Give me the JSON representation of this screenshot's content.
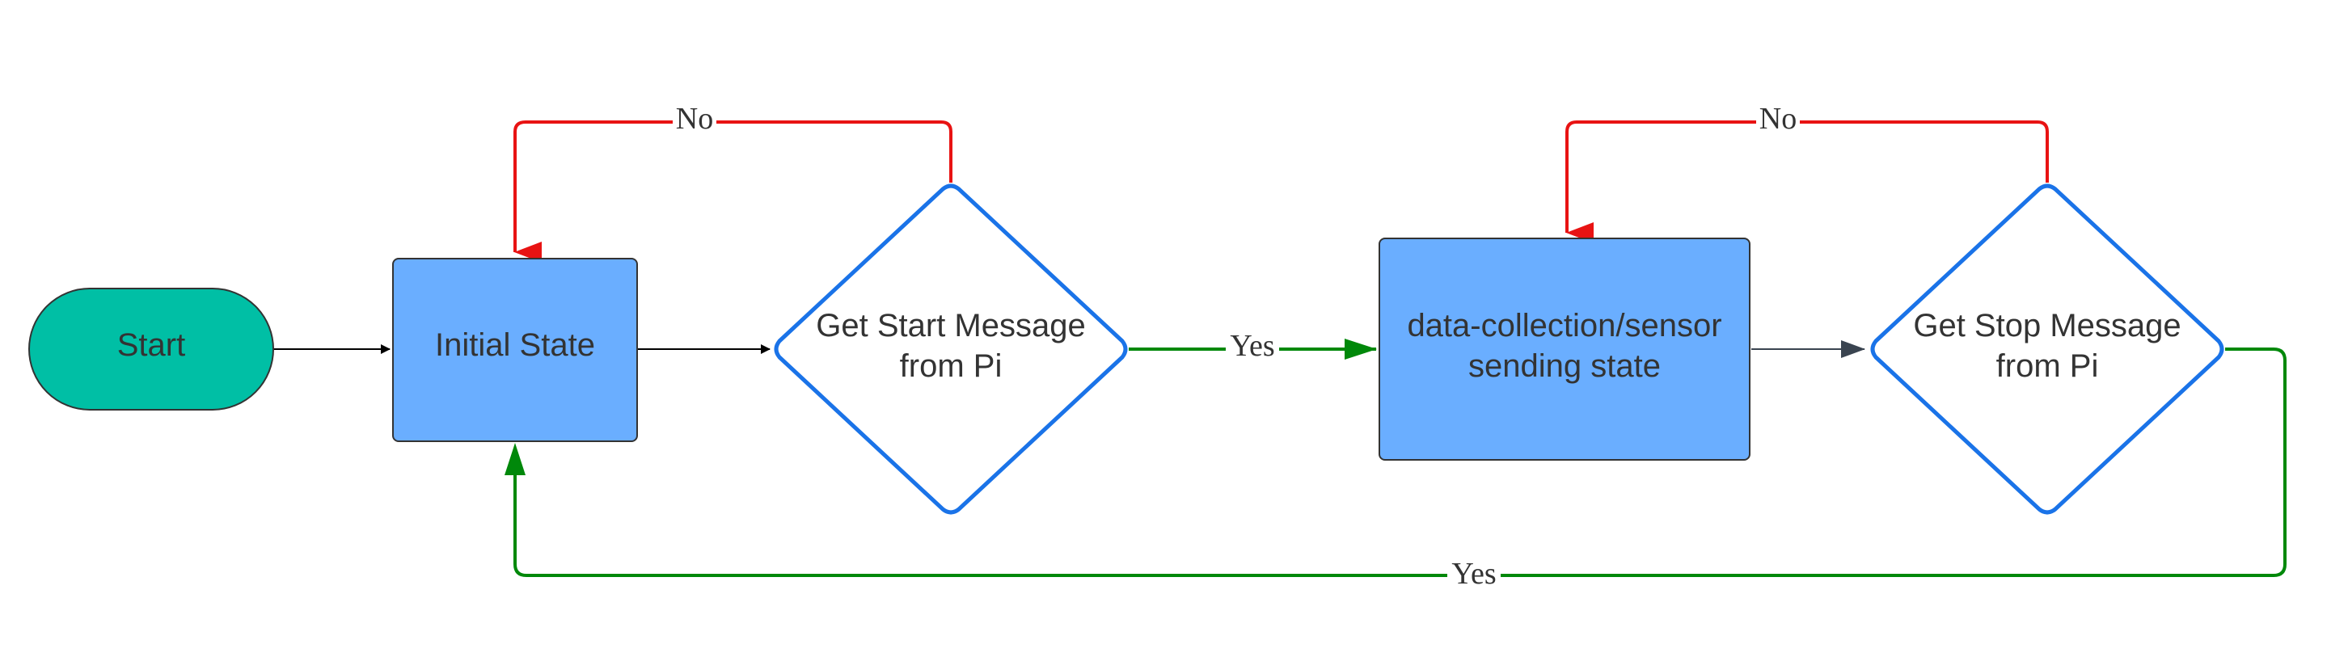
{
  "colors": {
    "start_fill": "#00BFA5",
    "process_fill": "#6AAEFF",
    "decision_stroke": "#1A73E8",
    "edge_default": "#000000",
    "edge_no": "#E81313",
    "edge_yes": "#00880A"
  },
  "nodes": {
    "start": {
      "label": "Start"
    },
    "initial_state": {
      "label": "Initial State"
    },
    "start_decision": {
      "line1": "Get Start Message",
      "line2": "from Pi"
    },
    "data_state": {
      "line1": "data-collection/sensor",
      "line2": "sending state"
    },
    "stop_decision": {
      "line1": "Get Stop Message",
      "line2": "from Pi"
    }
  },
  "edges": {
    "start_no": "No",
    "start_yes": "Yes",
    "stop_no": "No",
    "stop_yes": "Yes"
  }
}
